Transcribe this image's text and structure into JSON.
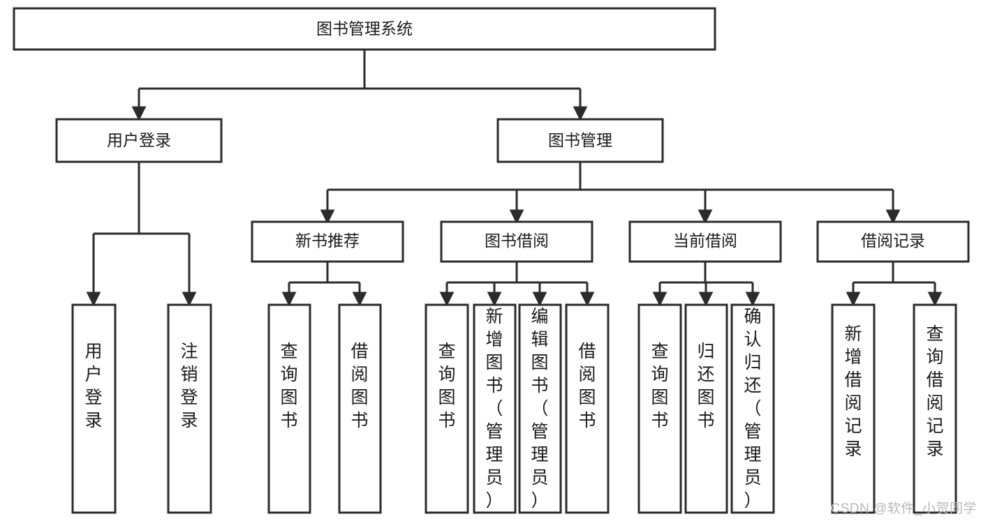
{
  "diagram": {
    "type": "hierarchy-tree",
    "orientation": "top-down",
    "title": "图书管理系统",
    "levels": 4,
    "root": {
      "id": "root",
      "label": "图书管理系统",
      "text_orientation": "horizontal"
    },
    "level2": [
      {
        "id": "user-login",
        "label": "用户登录",
        "text_orientation": "horizontal"
      },
      {
        "id": "book-manage",
        "label": "图书管理",
        "text_orientation": "horizontal"
      }
    ],
    "level3": [
      {
        "id": "new-book-recommend",
        "label": "新书推荐",
        "parent": "book-manage",
        "text_orientation": "horizontal"
      },
      {
        "id": "book-borrow",
        "label": "图书借阅",
        "parent": "book-manage",
        "text_orientation": "horizontal"
      },
      {
        "id": "current-borrow",
        "label": "当前借阅",
        "parent": "book-manage",
        "text_orientation": "horizontal"
      },
      {
        "id": "borrow-record",
        "label": "借阅记录",
        "parent": "book-manage",
        "text_orientation": "horizontal"
      }
    ],
    "leaves": [
      {
        "id": "leaf-user-login",
        "label": "用户登录",
        "parent": "user-login",
        "text_orientation": "vertical"
      },
      {
        "id": "leaf-logout-login",
        "label": "注销登录",
        "parent": "user-login",
        "text_orientation": "vertical"
      },
      {
        "id": "leaf-query-book-1",
        "label": "查询图书",
        "parent": "new-book-recommend",
        "text_orientation": "vertical"
      },
      {
        "id": "leaf-borrow-book-1",
        "label": "借阅图书",
        "parent": "new-book-recommend",
        "text_orientation": "vertical"
      },
      {
        "id": "leaf-query-book-2",
        "label": "查询图书",
        "parent": "book-borrow",
        "text_orientation": "vertical"
      },
      {
        "id": "leaf-add-book",
        "label": "新增图书（管理员）",
        "parent": "book-borrow",
        "text_orientation": "vertical"
      },
      {
        "id": "leaf-edit-book",
        "label": "编辑图书（管理员）",
        "parent": "book-borrow",
        "text_orientation": "vertical"
      },
      {
        "id": "leaf-borrow-book-2",
        "label": "借阅图书",
        "parent": "book-borrow",
        "text_orientation": "vertical"
      },
      {
        "id": "leaf-query-book-3",
        "label": "查询图书",
        "parent": "current-borrow",
        "text_orientation": "vertical"
      },
      {
        "id": "leaf-return-book",
        "label": "归还图书",
        "parent": "current-borrow",
        "text_orientation": "vertical"
      },
      {
        "id": "leaf-confirm-return",
        "label": "确认归还（管理员）",
        "parent": "current-borrow",
        "text_orientation": "vertical"
      },
      {
        "id": "leaf-add-record",
        "label": "新增借阅记录",
        "parent": "borrow-record",
        "text_orientation": "vertical"
      },
      {
        "id": "leaf-query-record",
        "label": "查询借阅记录",
        "parent": "borrow-record",
        "text_orientation": "vertical"
      }
    ],
    "colors": {
      "box_fill": "#ffffff",
      "box_stroke": "#2b2b2b",
      "edge": "#2b2b2b",
      "text": "#1a1a1a",
      "background": "#ffffff",
      "watermark": "#b9b9b9"
    }
  },
  "watermark": {
    "text": "CSDN @软件_小贺同学"
  }
}
